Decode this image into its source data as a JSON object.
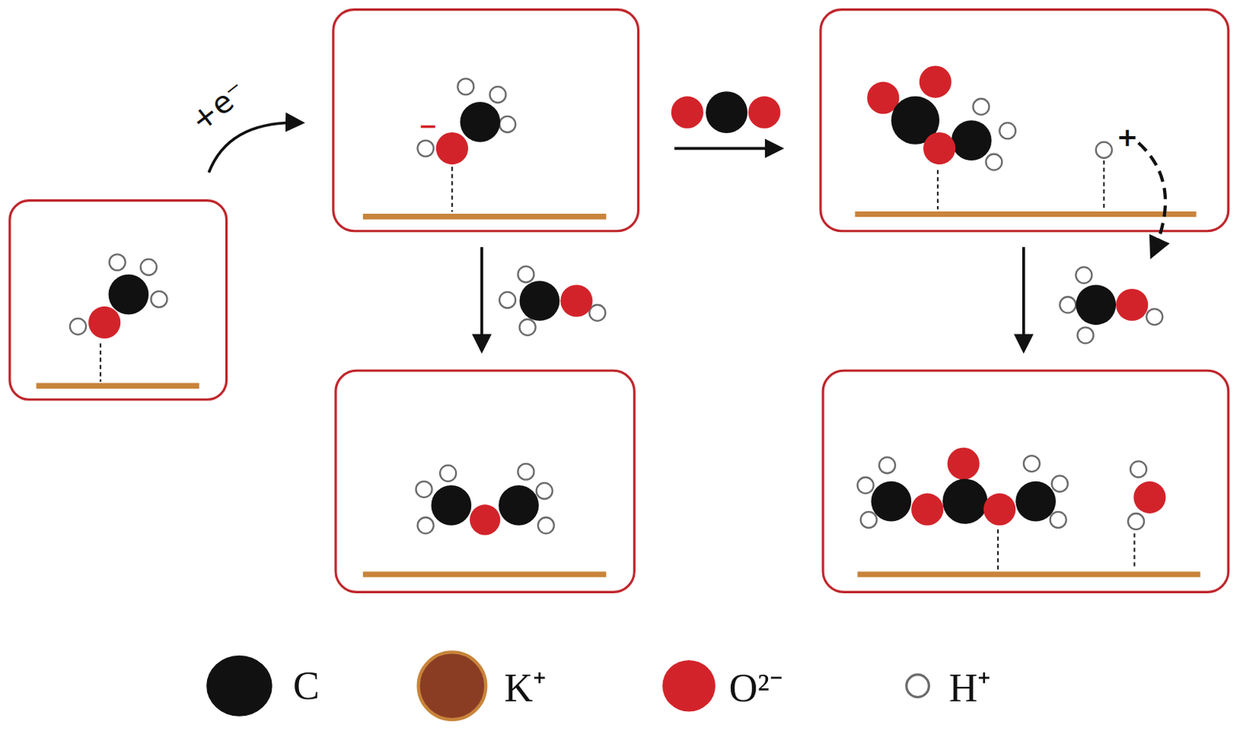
{
  "diagram": {
    "labels": [
      "+e⁻",
      "−",
      "+"
    ],
    "legend": [
      {
        "text": "C",
        "color": "#111111"
      },
      {
        "text": "K⁺",
        "color": "#8b3d24"
      },
      {
        "text": "O²⁻",
        "color": "#d3232a"
      },
      {
        "text": "H⁺"
      }
    ]
  }
}
